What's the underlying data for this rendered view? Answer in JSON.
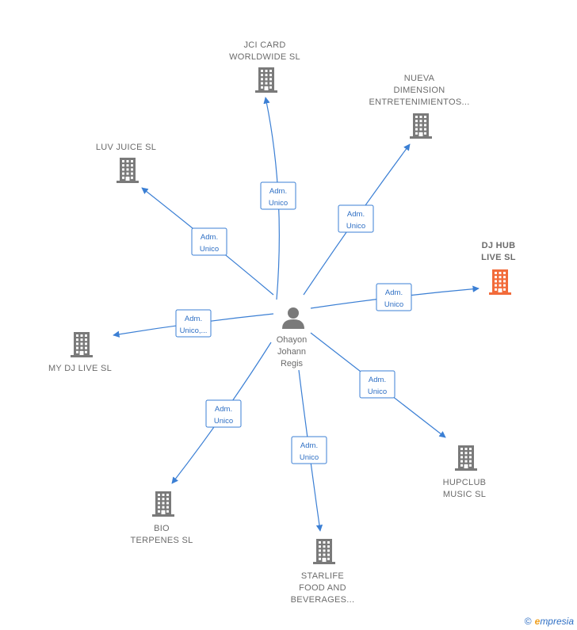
{
  "colors": {
    "edge": "#3b7fd4",
    "building": "#7a7a7a",
    "building_highlight": "#f26b3a",
    "person": "#7a7a7a",
    "text": "#6b6b6b"
  },
  "person": {
    "name_lines": [
      "Ohayon",
      "Johann",
      "Regis"
    ],
    "icon": "person-icon"
  },
  "companies": [
    {
      "id": "jci",
      "lines": [
        "JCI CARD",
        "WORLDWIDE SL"
      ],
      "highlight": false
    },
    {
      "id": "nueva",
      "lines": [
        "NUEVA",
        "DIMENSION",
        "ENTRETENIMIENTOS..."
      ],
      "highlight": false
    },
    {
      "id": "luv",
      "lines": [
        "LUV JUICE  SL"
      ],
      "highlight": false
    },
    {
      "id": "djhub",
      "lines": [
        "DJ HUB",
        "LIVE  SL"
      ],
      "highlight": true
    },
    {
      "id": "mydj",
      "lines": [
        "MY DJ LIVE  SL"
      ],
      "highlight": false
    },
    {
      "id": "hupclub",
      "lines": [
        "HUPCLUB",
        "MUSIC  SL"
      ],
      "highlight": false
    },
    {
      "id": "bio",
      "lines": [
        "BIO",
        "TERPENES  SL"
      ],
      "highlight": false
    },
    {
      "id": "starlife",
      "lines": [
        "STARLIFE",
        "FOOD AND",
        "BEVERAGES..."
      ],
      "highlight": false
    }
  ],
  "edges": [
    {
      "to": "jci",
      "role_lines": [
        "Adm.",
        "Unico"
      ]
    },
    {
      "to": "nueva",
      "role_lines": [
        "Adm.",
        "Unico"
      ]
    },
    {
      "to": "luv",
      "role_lines": [
        "Adm.",
        "Unico"
      ]
    },
    {
      "to": "djhub",
      "role_lines": [
        "Adm.",
        "Unico"
      ]
    },
    {
      "to": "mydj",
      "role_lines": [
        "Adm.",
        "Unico,..."
      ]
    },
    {
      "to": "hupclub",
      "role_lines": [
        "Adm.",
        "Unico"
      ]
    },
    {
      "to": "bio",
      "role_lines": [
        "Adm.",
        "Unico"
      ]
    },
    {
      "to": "starlife",
      "role_lines": [
        "Adm.",
        "Unico"
      ]
    }
  ],
  "footer": {
    "copyright_symbol": "©",
    "brand_initial": "e",
    "brand_rest": "mpresia"
  }
}
